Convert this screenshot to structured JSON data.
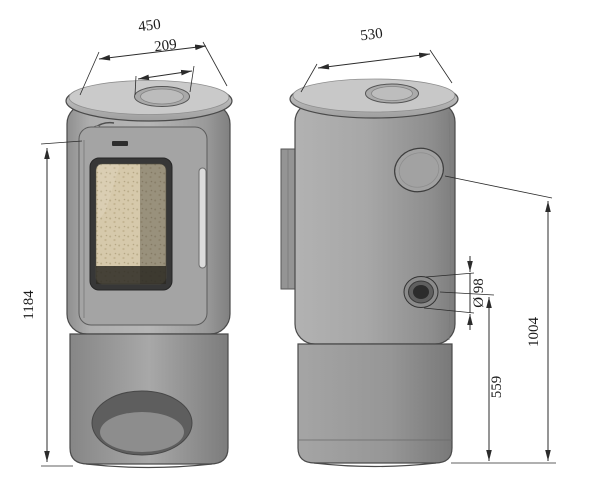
{
  "dimensions": {
    "front_top_width": "450",
    "hotplate_diameter": "209",
    "rear_top_width": "530",
    "overall_height": "1184",
    "flue_outlet_diameter": "Ø 98",
    "rear_outlet_center_height": "1004",
    "side_outlet_center_height": "559"
  },
  "colors": {
    "background": "#ffffff",
    "body_gray": "#a8a8a8",
    "plate_gray": "#c9c9c9",
    "dimension_line": "#2b2b2b",
    "window_frame": "#373737",
    "firebrick": "#d6c9ab",
    "opening_shadow": "#5e5e5e"
  }
}
